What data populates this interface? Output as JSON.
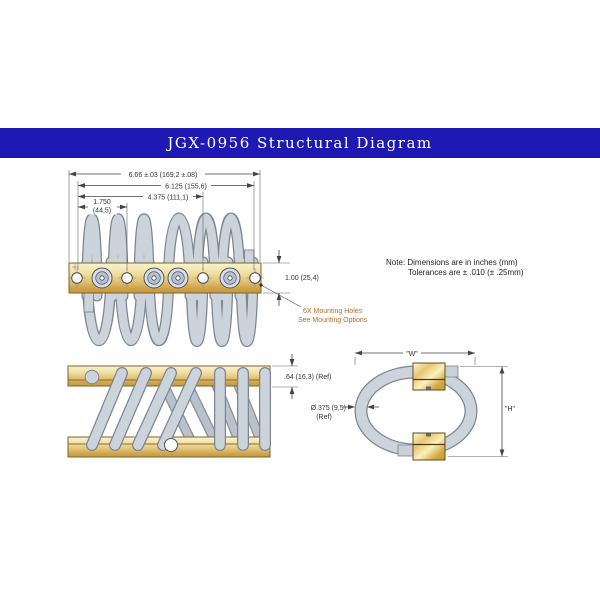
{
  "title": "JGX-0956 Structural Diagram",
  "note": {
    "line1": "Note: Dimensions are in inches (mm)",
    "line2": "Tolerances are ± .010 (± .25mm)"
  },
  "top_view": {
    "dim_overall": "6.66 ±.03 (169,2 ±.08)",
    "dim_hole_span": "6.125 (155,6)",
    "dim_inner_span": "4.375 (111,1)",
    "dim_pitch_line1": "1.750",
    "dim_pitch_line2": "(44,5)",
    "dim_bar_width": "1.00 (25,4)",
    "callout_line1": "6X Mounting Holes",
    "callout_line2": "See Mounting Options"
  },
  "side_view": {
    "dim_bar_thickness": ".64 (16,3) (Ref)"
  },
  "end_view": {
    "dim_width": "\"W\"",
    "dim_height": "\"H\"",
    "dim_wire_dia_line1": "Ø.375 (9,5)",
    "dim_wire_dia_line2": "(Ref)"
  },
  "colors": {
    "banner_blue": "#1e19b2",
    "title_text": "#ffffff",
    "bar_gold": "#e2c276",
    "wire_gray": "#ccd3db",
    "callout_orange": "#b06f2a",
    "dimension_lines": "#444444"
  }
}
